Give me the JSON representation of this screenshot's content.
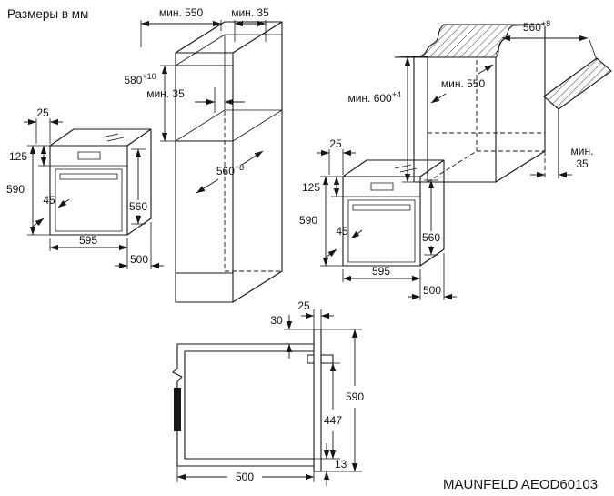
{
  "title": "Размеры в мм",
  "model": "MAUNFELD AEOD60103",
  "tall_cabinet": {
    "depth_min": "мин. 550",
    "top_gap_min": "мин. 35",
    "niche_height": "580",
    "niche_height_tol": "+10",
    "shelf_gap_min": "мин. 35",
    "niche_depth": "560",
    "niche_depth_tol": "+8"
  },
  "oven": {
    "top_clearance": "25",
    "panel_height": "125",
    "height": "590",
    "handle_depth": "45",
    "body_height": "560",
    "width": "595",
    "body_depth": "500"
  },
  "base_cabinet": {
    "worktop_depth": "560",
    "worktop_depth_tol": "+8",
    "niche_height_min": "мин. 600",
    "niche_height_tol": "+4",
    "niche_depth_min": "мин. 550",
    "rear_gap_label_1": "мин.",
    "rear_gap_label_2": "35"
  },
  "side_view": {
    "door_thickness": "25",
    "top_clearance": "30",
    "height": "590",
    "mount_height": "447",
    "depth": "500",
    "bottom_overlap": "13"
  }
}
